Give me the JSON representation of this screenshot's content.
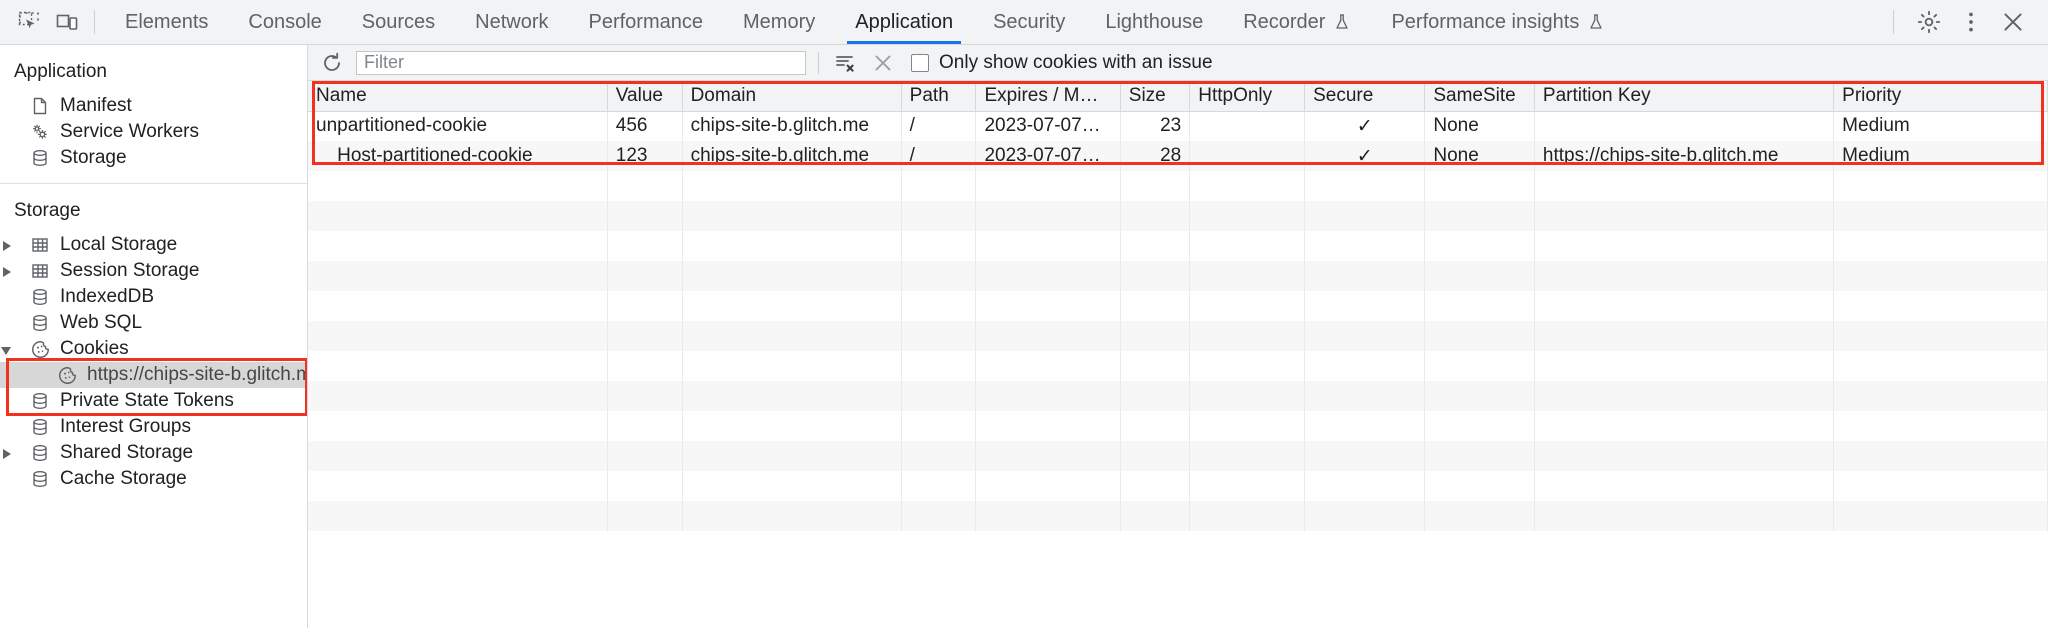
{
  "devtools": {
    "toolbar_icons": [
      {
        "name": "inspect-element-icon",
        "label": "Inspect element"
      },
      {
        "name": "device-toolbar-icon",
        "label": "Toggle device toolbar"
      }
    ],
    "tabs": [
      {
        "label": "Elements",
        "active": false,
        "experimental": false
      },
      {
        "label": "Console",
        "active": false,
        "experimental": false
      },
      {
        "label": "Sources",
        "active": false,
        "experimental": false
      },
      {
        "label": "Network",
        "active": false,
        "experimental": false
      },
      {
        "label": "Performance",
        "active": false,
        "experimental": false
      },
      {
        "label": "Memory",
        "active": false,
        "experimental": false
      },
      {
        "label": "Application",
        "active": true,
        "experimental": false
      },
      {
        "label": "Security",
        "active": false,
        "experimental": false
      },
      {
        "label": "Lighthouse",
        "active": false,
        "experimental": false
      },
      {
        "label": "Recorder",
        "active": false,
        "experimental": true
      },
      {
        "label": "Performance insights",
        "active": false,
        "experimental": true
      }
    ],
    "right_buttons": [
      {
        "name": "settings-gear-button",
        "label": "Settings"
      },
      {
        "name": "more-options-button",
        "label": "Customize and control DevTools"
      },
      {
        "name": "close-devtools-button",
        "label": "Close DevTools"
      }
    ],
    "accent_color": "#1a73e8",
    "highlight_color": "#f4311f"
  },
  "sidebar": {
    "sections": [
      {
        "title": "Application",
        "items": [
          {
            "label": "Manifest",
            "icon": "manifest-file-icon",
            "twisty": "none",
            "depth": 0,
            "selected": false
          },
          {
            "label": "Service Workers",
            "icon": "service-workers-gears-icon",
            "twisty": "none",
            "depth": 0,
            "selected": false
          },
          {
            "label": "Storage",
            "icon": "database-icon",
            "twisty": "none",
            "depth": 0,
            "selected": false
          }
        ]
      },
      {
        "title": "Storage",
        "items": [
          {
            "label": "Local Storage",
            "icon": "table-icon",
            "twisty": "closed",
            "depth": 0,
            "selected": false
          },
          {
            "label": "Session Storage",
            "icon": "table-icon",
            "twisty": "closed",
            "depth": 0,
            "selected": false
          },
          {
            "label": "IndexedDB",
            "icon": "database-icon",
            "twisty": "none",
            "depth": 0,
            "selected": false
          },
          {
            "label": "Web SQL",
            "icon": "database-icon",
            "twisty": "none",
            "depth": 0,
            "selected": false
          },
          {
            "label": "Cookies",
            "icon": "cookie-icon",
            "twisty": "open",
            "depth": 0,
            "selected": false
          },
          {
            "label": "https://chips-site-b.glitch.me",
            "icon": "cookie-icon",
            "twisty": "none",
            "depth": 1,
            "selected": true
          },
          {
            "label": "Private State Tokens",
            "icon": "database-icon",
            "twisty": "none",
            "depth": 0,
            "selected": false
          },
          {
            "label": "Interest Groups",
            "icon": "database-icon",
            "twisty": "none",
            "depth": 0,
            "selected": false
          },
          {
            "label": "Shared Storage",
            "icon": "database-icon",
            "twisty": "closed",
            "depth": 0,
            "selected": false
          },
          {
            "label": "Cache Storage",
            "icon": "database-icon",
            "twisty": "none",
            "depth": 0,
            "selected": false
          }
        ]
      }
    ]
  },
  "filterbar": {
    "refresh_label": "Refresh",
    "filter_placeholder": "Filter",
    "filter_value": "",
    "clear_filtered_label": "Clear filtered cookies",
    "clear_all_label": "Clear all cookies",
    "checkbox_label": "Only show cookies with an issue",
    "checkbox_checked": false
  },
  "cookies_table": {
    "columns": [
      "Name",
      "Value",
      "Domain",
      "Path",
      "Expires / M…",
      "Size",
      "HttpOnly",
      "Secure",
      "SameSite",
      "Partition Key",
      "Priority"
    ],
    "rows": [
      {
        "Name": "unpartitioned-cookie",
        "Value": "456",
        "Domain": "chips-site-b.glitch.me",
        "Path": "/",
        "Expires / M…": "2023-07-07…",
        "Size": "23",
        "HttpOnly": "",
        "Secure": "✓",
        "SameSite": "None",
        "Partition Key": "",
        "Priority": "Medium"
      },
      {
        "Name": "__Host-partitioned-cookie",
        "Value": "123",
        "Domain": "chips-site-b.glitch.me",
        "Path": "/",
        "Expires / M…": "2023-07-07…",
        "Size": "28",
        "HttpOnly": "",
        "Secure": "✓",
        "SameSite": "None",
        "Partition Key": "https://chips-site-b.glitch.me",
        "Priority": "Medium"
      }
    ]
  }
}
